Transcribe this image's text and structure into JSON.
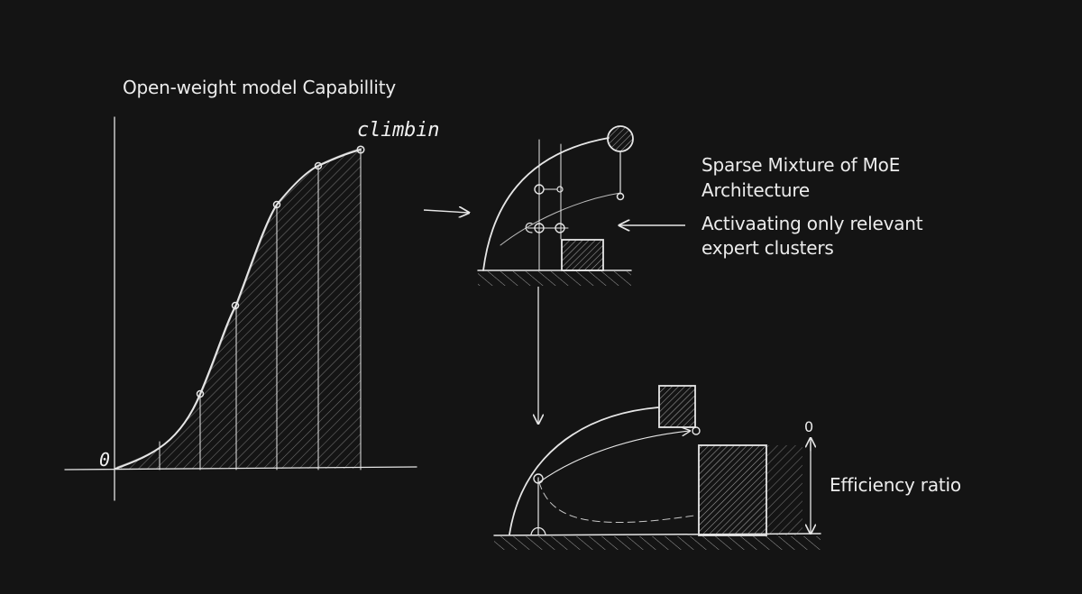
{
  "labels": {
    "curve_title": "Open-weight model Capabillity",
    "curve_annotation": "climbin",
    "origin": "0",
    "moe_line1": "Sparse Mixture of MoE",
    "moe_line2": "Architecture",
    "activation_line1": "Activaating only relevant",
    "activation_line2": "expert clusters",
    "efficiency_label": "Efficiency ratio",
    "efficiency_top": "0"
  },
  "colors": {
    "background": "#141414",
    "chalk": "#e6e6e6"
  }
}
